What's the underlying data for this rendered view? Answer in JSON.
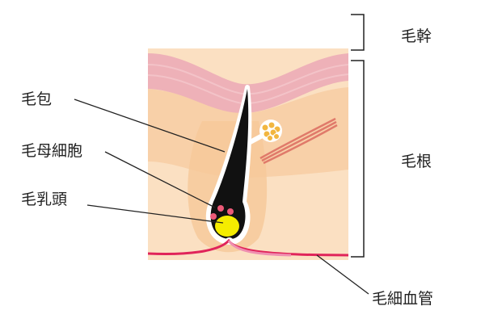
{
  "labels": {
    "hair_shaft": "毛幹",
    "hair_root": "毛根",
    "hair_follicle": "毛包",
    "hair_matrix_cells": "毛母細胞",
    "dermal_papilla": "毛乳頭",
    "capillaries": "毛細血管"
  },
  "colors": {
    "epidermis": "#eeb1b8",
    "dermis": "#f9d9b8",
    "follicle_sheath": "#f5c99a",
    "hair": "#111111",
    "papilla": "#f5ec00",
    "matrix_cells": "#ec5a78",
    "capillary": "#e0245a",
    "sebaceous_gland": "#f2b640",
    "muscle": "#e07a6a"
  }
}
